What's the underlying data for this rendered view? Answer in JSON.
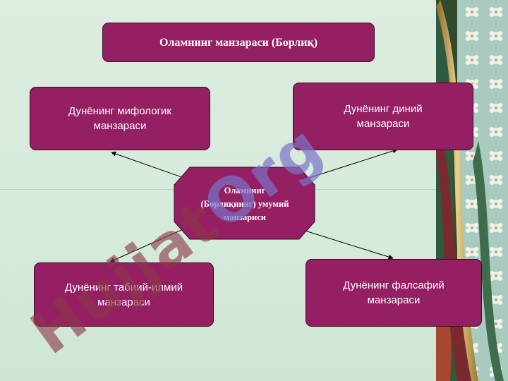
{
  "diagram": {
    "title": "Оламнинг манзараси (Борлиқ)",
    "center": {
      "line1": "Оламнинг",
      "line2": "(Борлиқнинг) умумий",
      "line3": "манзариси"
    },
    "nodes": {
      "mythological": {
        "line1": "Дунёнинг мифологик",
        "line2": "манзараси"
      },
      "religious": {
        "line1": "Дунёнинг диний",
        "line2": "манзараси"
      },
      "natural_scientific": {
        "line1": "Дунёнинг табиий-илмий",
        "line2": "манзараси"
      },
      "philosophical": {
        "line1": "Дунёнинг фалсафий",
        "line2": "манзараси"
      }
    }
  },
  "watermark": "HujjatOrg",
  "colors": {
    "box_fill": "#951f63",
    "panel_bg": "#d6ebdc",
    "watermark_blue": "#7a74c9",
    "watermark_red": "#8a374b"
  }
}
